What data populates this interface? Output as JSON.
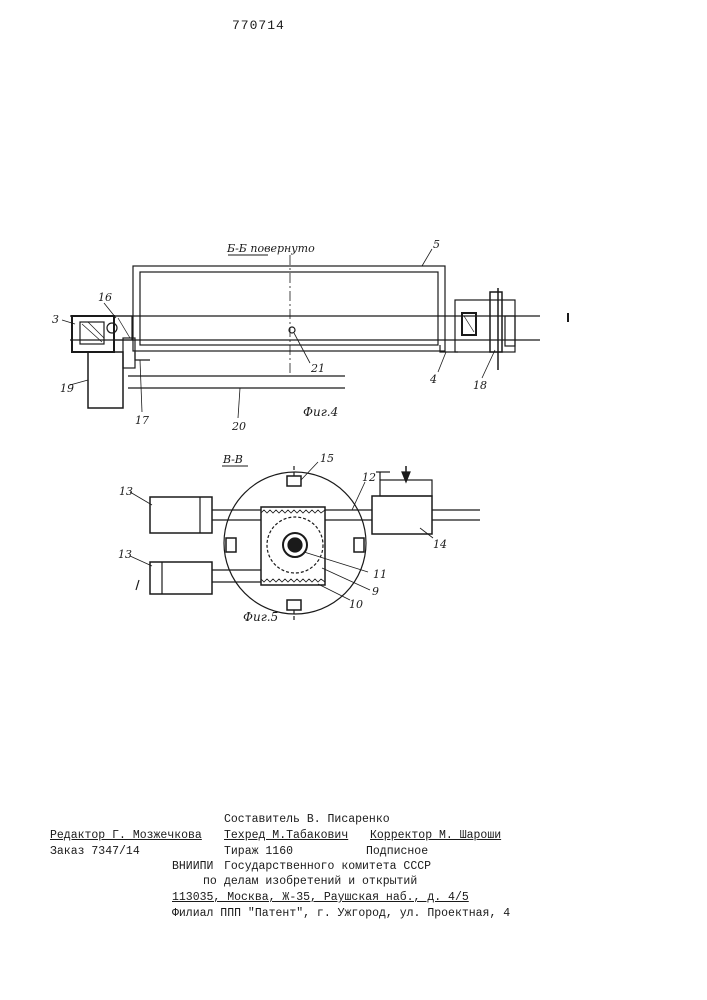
{
  "header": {
    "patent_number": "770714"
  },
  "figure4": {
    "section_title": "Б-Б повернуто",
    "caption": "Фиг.4",
    "labels": {
      "l5": "5",
      "l3": "3",
      "l16": "16",
      "l19": "19",
      "l17": "17",
      "l20": "20",
      "l21": "21",
      "l4": "4",
      "l18": "18"
    }
  },
  "figure5": {
    "section_title": "В-В",
    "caption": "Фиг.5",
    "labels": {
      "l15": "15",
      "l12": "12",
      "l13a": "13",
      "l13b": "13",
      "l14": "14",
      "l11": "11",
      "l9": "9",
      "l10": "10"
    }
  },
  "imprint": {
    "compiler": "Составитель В. Писаренко",
    "editor": "Редактор Г. Мозжечкова",
    "techred": "Техред М.Табакович",
    "corrector": "Корректор М. Шароши",
    "order": "Заказ 7347/14",
    "circulation": "Тираж 1160",
    "subscription": "Подписное",
    "vniipi": "ВНИИПИ",
    "committee": "Государственного комитета СССР",
    "affairs_prefix": "по",
    "affairs": "делам изобретений и открытий",
    "address": "113035, Москва, Ж-35, Раушская наб., д. 4/5",
    "branch": "Филиал ППП \"Патент\", г. Ужгород, ул. Проектная, 4"
  }
}
